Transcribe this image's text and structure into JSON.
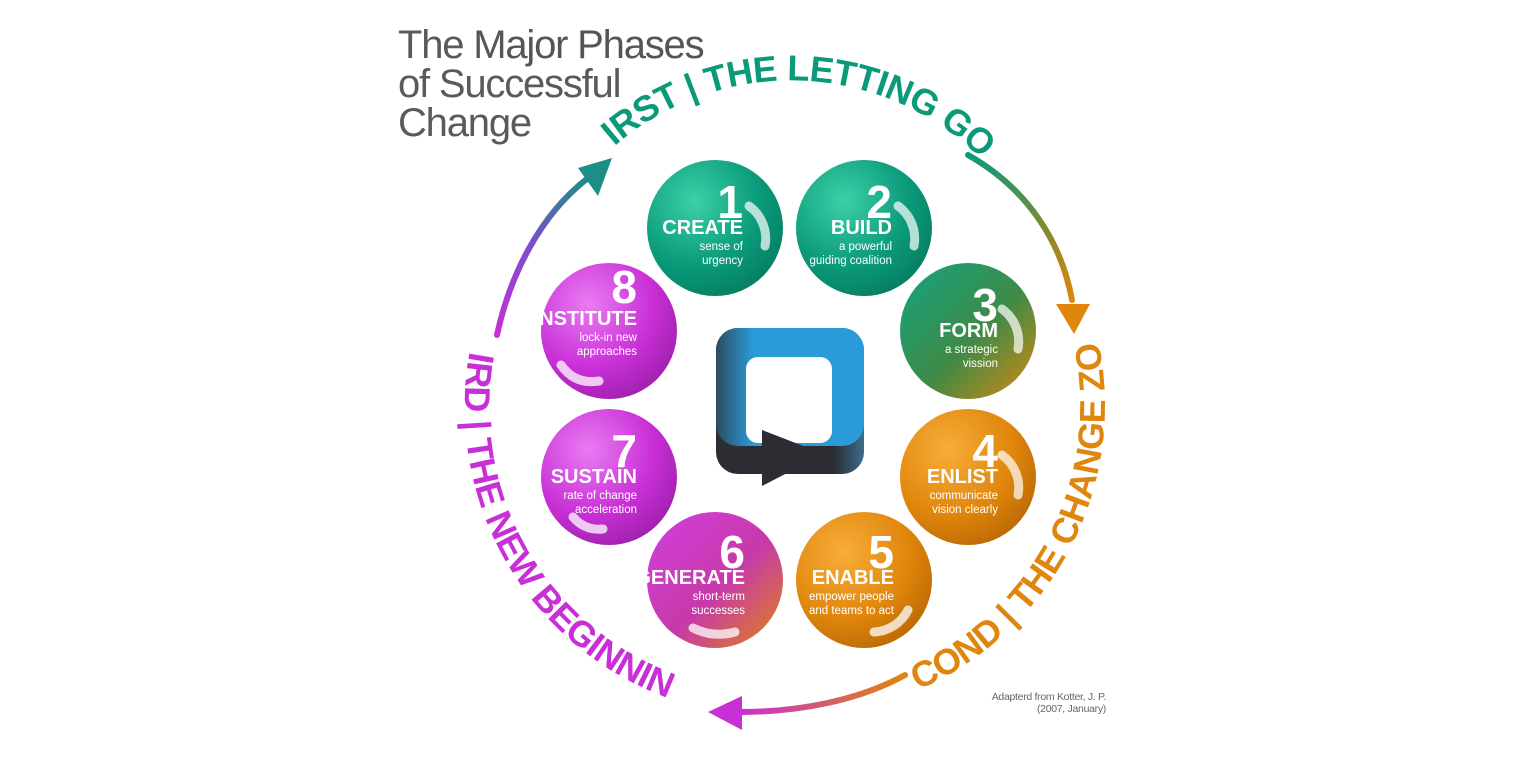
{
  "title": {
    "line1_light": "The ",
    "line1_bold": "Major Phases",
    "line2": "of Successful",
    "line3": "Change"
  },
  "phases": {
    "first": "FIRST | THE LETTING GO",
    "second": "SECOND | THE CHANGE ZONE",
    "third": "THIRD | THE NEW BEGINNING"
  },
  "steps": [
    {
      "number": "1",
      "heading": "CREATE",
      "line1": "sense of",
      "line2": "urgency"
    },
    {
      "number": "2",
      "heading": "BUILD",
      "line1": "a powerful",
      "line2": "guiding coalition"
    },
    {
      "number": "3",
      "heading": "FORM",
      "line1": "a strategic",
      "line2": "vission"
    },
    {
      "number": "4",
      "heading": "ENLIST",
      "line1": "communicate",
      "line2": "vision clearly"
    },
    {
      "number": "5",
      "heading": "ENABLE",
      "line1": "empower people",
      "line2": "and teams to act"
    },
    {
      "number": "6",
      "heading": "GENERATE",
      "line1": "short-term",
      "line2": "successes"
    },
    {
      "number": "7",
      "heading": "SUSTAIN",
      "line1": "rate of change",
      "line2": "acceleration"
    },
    {
      "number": "8",
      "heading": "INSTITUTE",
      "line1": "lock-in new",
      "line2": "approaches"
    }
  ],
  "credit": {
    "line1": "Adapterd from Kotter, J. P.",
    "line2": "(2007, January)"
  },
  "icons": {
    "center_logo": "chat-bubble-play-logo-icon"
  },
  "colors": {
    "green": "#0a9a7a",
    "orange": "#e0860c",
    "magenta": "#c82fd6",
    "logo_blue": "#2a9bd8",
    "logo_dark": "#2b2d33"
  }
}
